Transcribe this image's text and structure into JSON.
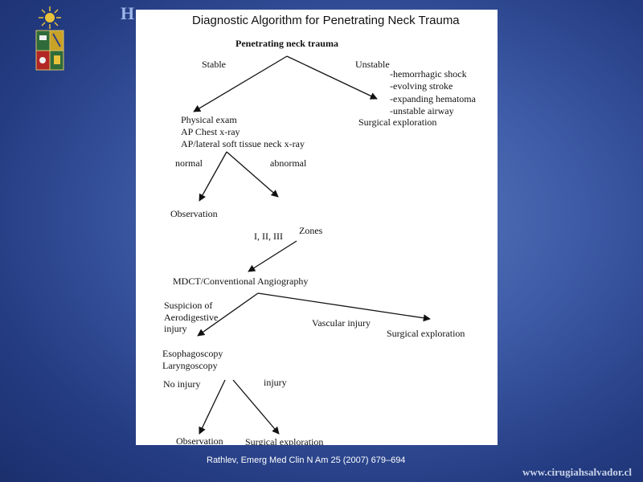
{
  "header": {
    "title_start": "H",
    "title_end": "o r"
  },
  "diagram": {
    "title": "Diagnostic Algorithm for Penetrating Neck Trauma",
    "root": "Penetrating neck trauma",
    "stable_label": "Stable",
    "unstable_label": "Unstable",
    "unstable_criteria": [
      "-hemorrhagic shock",
      "-evolving stroke",
      "-expanding hematoma",
      "-unstable airway"
    ],
    "unstable_action": "Surgical exploration",
    "stable_workup": [
      "Physical exam",
      "AP Chest x-ray",
      "AP/lateral soft tissue neck x-ray"
    ],
    "normal_label": "normal",
    "abnormal_label": "abnormal",
    "observation_1": "Observation",
    "zones_roman": "I, II, III",
    "zones_label": "Zones",
    "imaging": "MDCT/Conventional Angiography",
    "aero_suspicion": [
      "Suspicion of",
      "Aerodigestive",
      "injury"
    ],
    "vascular_label": "Vascular injury",
    "vascular_action": "Surgical exploration",
    "endoscopy": [
      "Esophagoscopy",
      "Laryngoscopy"
    ],
    "no_injury_label": "No injury",
    "injury_label": "injury",
    "observation_2": "Observation",
    "surgical_exploration_2": "Surgical exploration"
  },
  "footer": {
    "citation": "Rathlev,  Emerg Med Clin N Am 25 (2007) 679–694",
    "website": "www.cirugiahsalvador.cl"
  },
  "colors": {
    "background": "#3d5aa6",
    "paper": "#ffffff",
    "header_text": "#9bb6e8"
  }
}
